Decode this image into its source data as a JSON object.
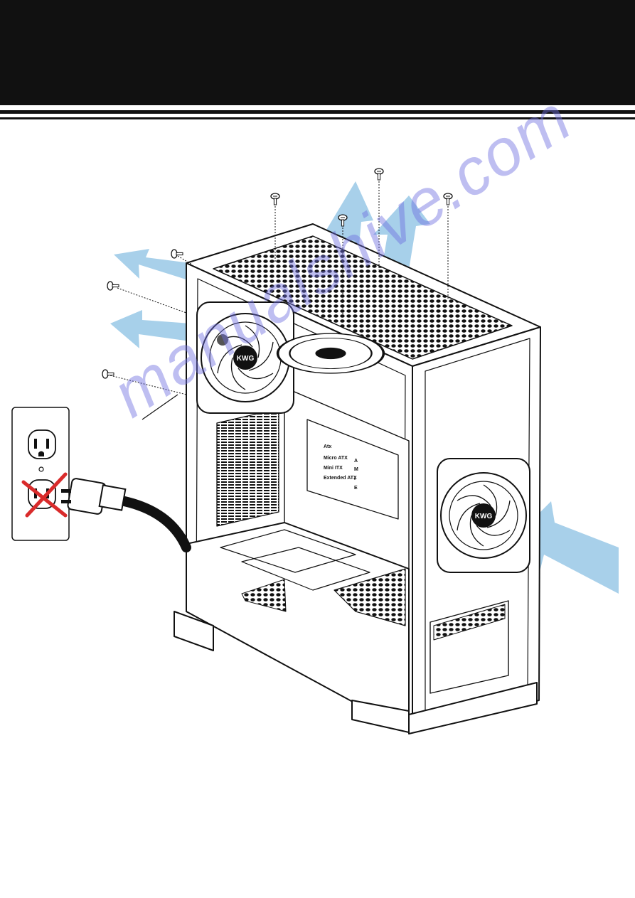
{
  "header": {
    "background": "#111111"
  },
  "colors": {
    "arrow": "#9ecbe8",
    "line": "#111111",
    "warning_cross": "#d92b2b"
  },
  "case": {
    "fan_brand": "KWG",
    "motherboard_labels": [
      {
        "name": "Atx",
        "letter": "A"
      },
      {
        "name": "Micro ATX",
        "letter": "M"
      },
      {
        "name": "Mini ITX",
        "letter": "I"
      },
      {
        "name": "Extended ATX",
        "letter": "E"
      }
    ]
  },
  "icons": [
    "screw-icon",
    "airflow-arrow-icon",
    "fan-icon",
    "power-outlet-icon",
    "power-plug-icon",
    "no-power-cross-icon"
  ],
  "watermark": "manualshive.com"
}
